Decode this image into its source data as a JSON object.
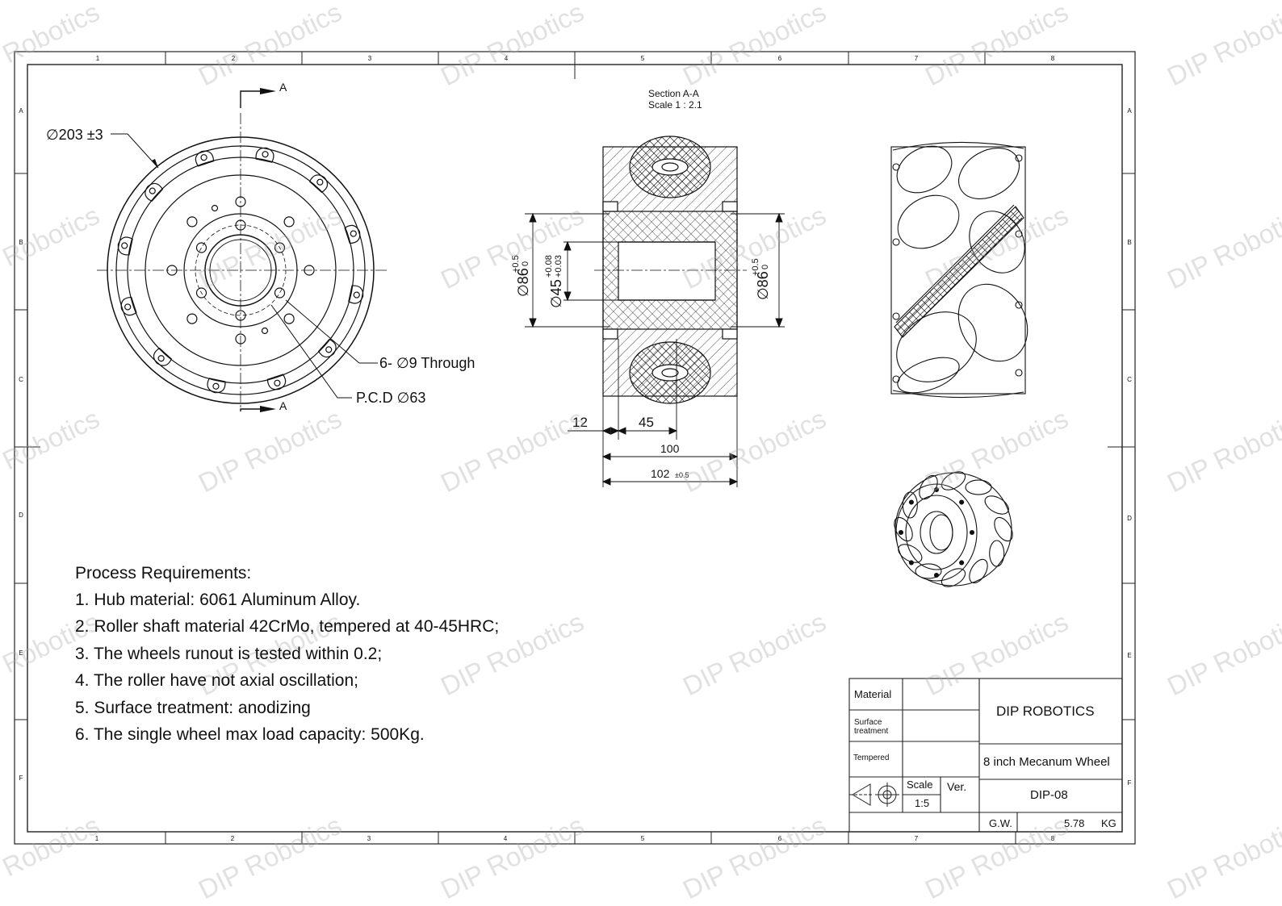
{
  "watermark_text": "DIP Robotics",
  "grid": {
    "columns": [
      "1",
      "2",
      "3",
      "4",
      "5",
      "6",
      "7",
      "8"
    ],
    "rows": [
      "A",
      "B",
      "C",
      "D",
      "E",
      "F"
    ]
  },
  "front_view": {
    "outer_diameter_label": "∅203 ±3",
    "section_marker": "A",
    "holes_label": "6- ∅9 Through",
    "pcd_label": "P.C.D ∅63"
  },
  "section_view": {
    "title": "Section A-A",
    "scale": "Scale 1 : 2.1",
    "dim_left_86": "∅86",
    "dim_left_86_tol_upper": "+0.5",
    "dim_left_86_tol_lower": "0",
    "dim_45": "∅45",
    "dim_45_tol_upper": "+0.08",
    "dim_45_tol_lower": "+0.03",
    "dim_right_86": "∅86",
    "dim_right_86_tol_upper": "+0.5",
    "dim_right_86_tol_lower": "0",
    "dim_12": "12",
    "dim_45_len": "45",
    "dim_100": "100",
    "dim_102": "102",
    "dim_102_tol": "±0.5"
  },
  "process_requirements": {
    "title": "Process Requirements:",
    "items": [
      "1. Hub material: 6061 Aluminum Alloy.",
      "2. Roller shaft material 42CrMo, tempered at 40-45HRC;",
      "3. The wheels runout is tested within 0.2;",
      "4. The roller have not axial oscillation;",
      "5. Surface treatment: anodizing",
      "6. The single wheel max load capacity: 500Kg."
    ]
  },
  "title_block": {
    "material_label": "Material",
    "surface_label_line1": "Surface",
    "surface_label_line2": "treatment",
    "tempered_label": "Tempered",
    "company": "DIP ROBOTICS",
    "product_name": "8 inch Mecanum Wheel",
    "scale_label": "Scale",
    "scale_value": "1:5",
    "ver_label": "Ver.",
    "part_number": "DIP-08",
    "gw_label": "G.W.",
    "gw_value": "5.78",
    "gw_unit": "KG"
  }
}
